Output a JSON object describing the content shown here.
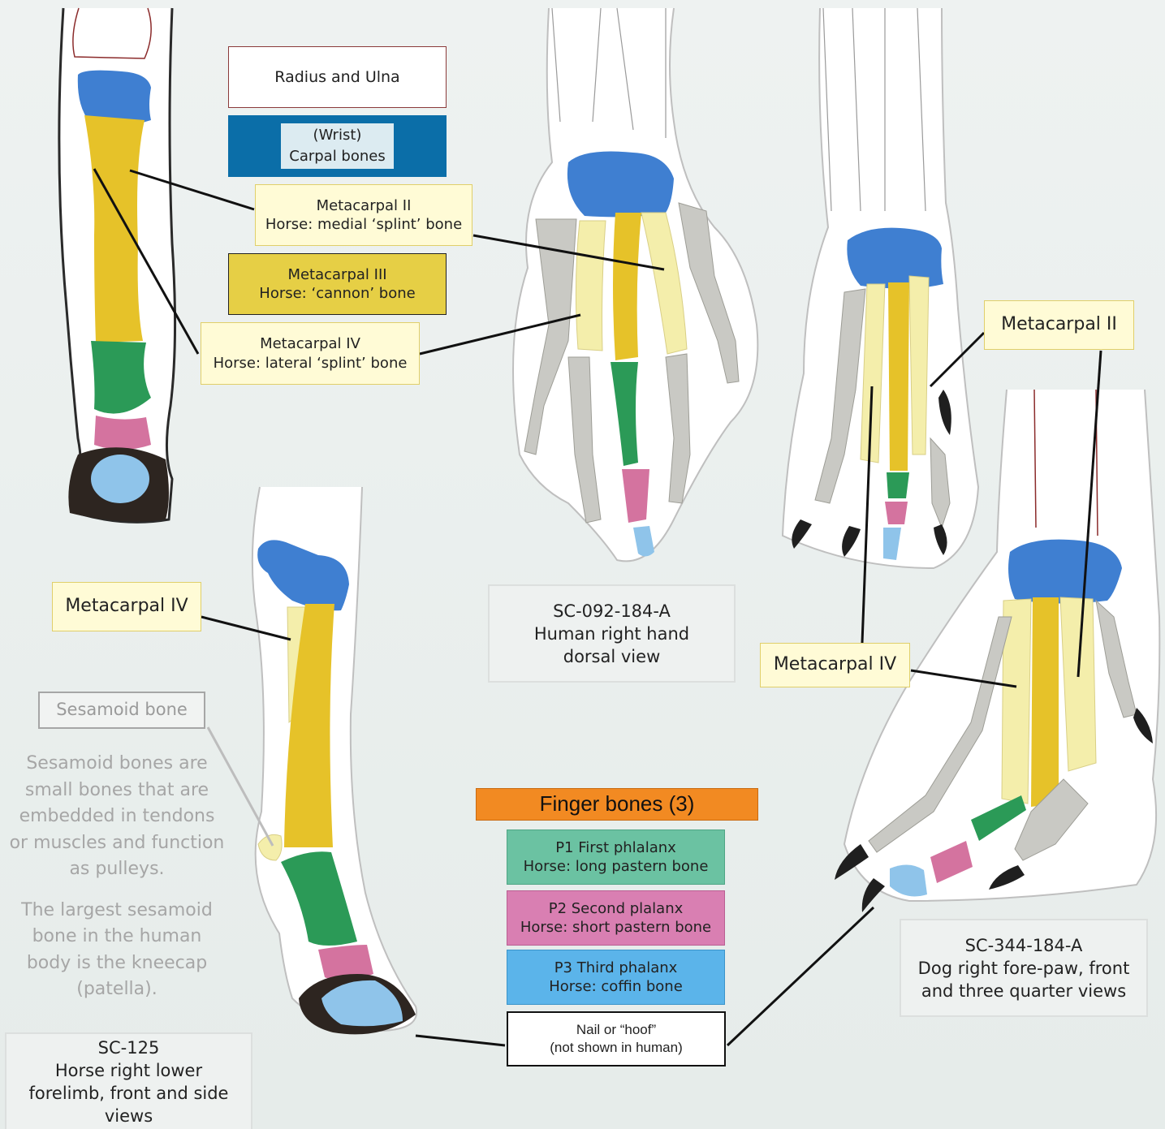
{
  "labels": {
    "radius_ulna": "Radius and Ulna",
    "carpal_line1": "(Wrist)",
    "carpal_line2": "Carpal bones",
    "mc2_line1": "Metacarpal II",
    "mc2_line2": "Horse: medial ‘splint’ bone",
    "mc3_line1": "Metacarpal III",
    "mc3_line2": "Horse: ‘cannon’ bone",
    "mc4_line1": "Metacarpal IV",
    "mc4_line2": "Horse: lateral ‘splint’ bone",
    "mc4_side": "Metacarpal IV",
    "dog_mc2": "Metacarpal II",
    "dog_mc4": "Metacarpal IV",
    "sesamoid": "Sesamoid bone",
    "finger_title": "Finger bones (3)",
    "p1_line1": "P1 First phlalanx",
    "p1_line2": "Horse: long pastern bone",
    "p2_line1": "P2 Second plalanx",
    "p2_line2": "Horse: short pastern bone",
    "p3_line1": "P3 Third phalanx",
    "p3_line2": "Horse: coffin bone",
    "nail_line1": "Nail or “hoof”",
    "nail_line2": "(not shown in human)"
  },
  "sesamoid_note": {
    "p1": [
      "Sesamoid bones are",
      "small bones that are",
      "embedded in tendons",
      "or muscles and function",
      "as pulleys."
    ],
    "p2": [
      "The largest sesamoid",
      "bone in the human",
      "body is the kneecap",
      "(patella)."
    ]
  },
  "captions": {
    "human": [
      "SC-092-184-A",
      "Human right hand",
      "dorsal view"
    ],
    "dog": [
      "SC-344-184-A",
      "Dog right fore-paw, front",
      "and three quarter views"
    ],
    "horse": [
      "SC-125",
      "Horse right lower",
      "forelimb, front and side",
      "views"
    ]
  },
  "colors": {
    "carpal": "#3f7fd1",
    "mc2_4": "#f4eeab",
    "mc3": "#e6c229",
    "p1": "#2b9a57",
    "p2": "#d4739f",
    "p3": "#8fc4ea",
    "hoof": "#2d2520",
    "finger_title": "#f28a22",
    "label_p1": "#6bc2a2",
    "label_p2": "#d97fb2",
    "label_p3": "#5bb4ea",
    "grey_bone": "#c9c9c4"
  }
}
